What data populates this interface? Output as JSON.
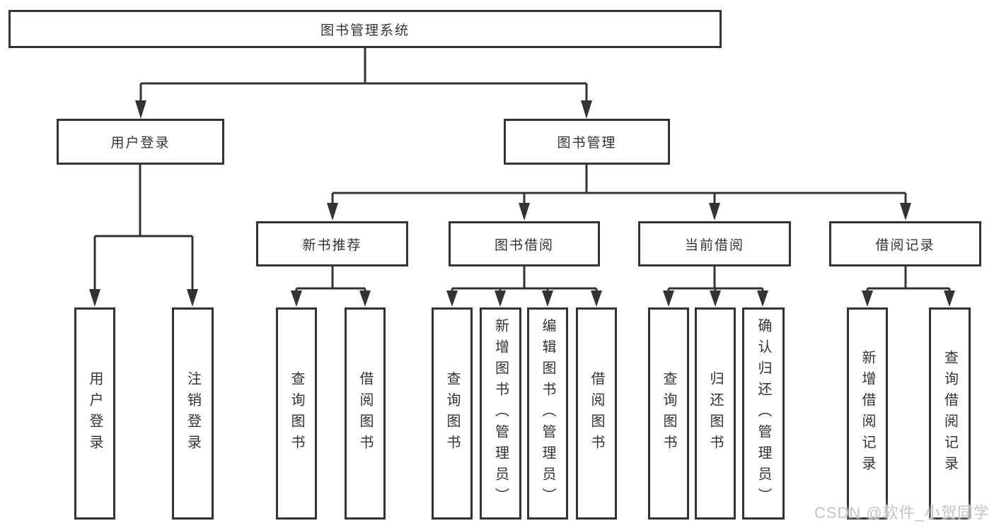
{
  "title": "图书管理系统",
  "watermark": "CSDN @软件_小贺同学",
  "colors": {
    "line": "#333333",
    "box_background": "#ffffff",
    "text": "#333333",
    "watermark": "#c4c4c4"
  },
  "nodes": {
    "root": "图书管理系统",
    "user_login": "用户登录",
    "book_management": "图书管理",
    "login": "用户登录",
    "logout": "注销登录",
    "new_book_recommend": "新书推荐",
    "book_borrow": "图书借阅",
    "current_borrow": "当前借阅",
    "borrow_records": "借阅记录",
    "nb_query_books": "查询图书",
    "nb_borrow_books": "借阅图书",
    "bb_query_books": "查询图书",
    "bb_add_books": "新增图书（管理员）",
    "bb_edit_books": "编辑图书（管理员）",
    "bb_borrow_books": "借阅图书",
    "cb_query_books": "查询图书",
    "cb_return_books": "归还图书",
    "cb_confirm_return": "确认归还（管理员）",
    "br_add_record": "新增借阅记录",
    "br_query_record": "查询借阅记录"
  }
}
